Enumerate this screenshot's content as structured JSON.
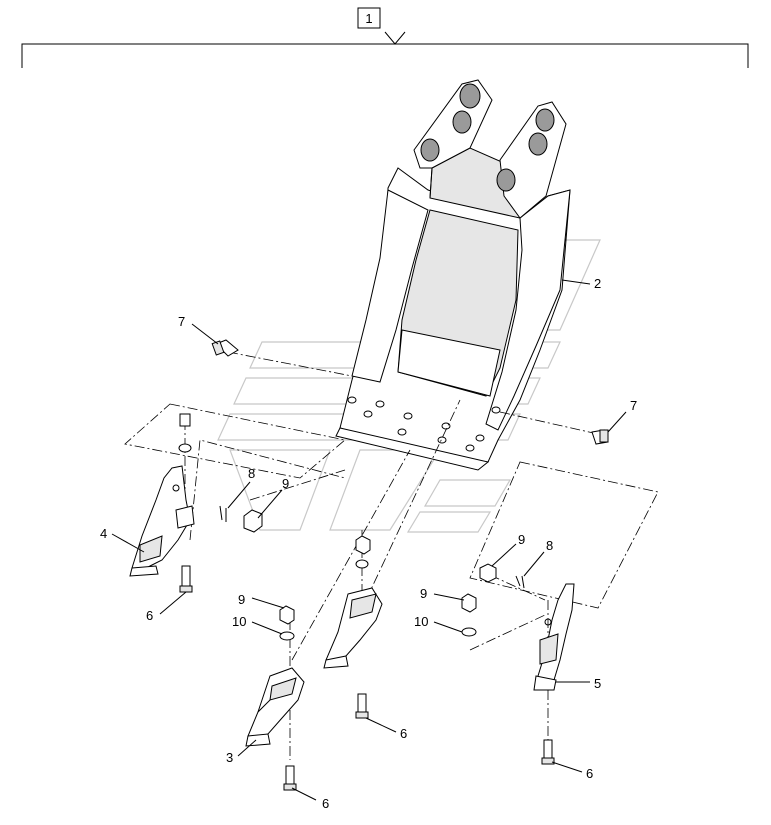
{
  "assembly_label": "1",
  "callouts": {
    "c2": "2",
    "c3": "3",
    "c4": "4",
    "c5": "5",
    "c6a": "6",
    "c6b": "6",
    "c6c": "6",
    "c6d": "6",
    "c7a": "7",
    "c7b": "7",
    "c8a": "8",
    "c8b": "8",
    "c9a": "9",
    "c9b": "9",
    "c9c": "9",
    "c9d": "9",
    "c10a": "10",
    "c10b": "10"
  },
  "icons": {
    "watermark": "logo-watermark-icon"
  }
}
